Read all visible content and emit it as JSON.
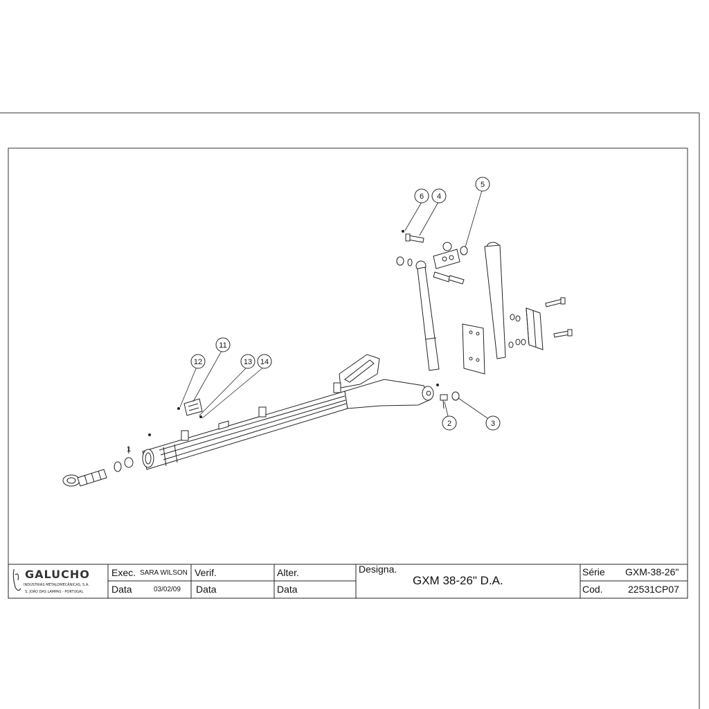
{
  "drawing": {
    "callouts": [
      "1",
      "2",
      "3",
      "4",
      "5",
      "6",
      "11",
      "12",
      "13",
      "14"
    ]
  },
  "title_block": {
    "logo": {
      "name": "GALUCHO",
      "line1": "INDÚSTRIAS METALOMECÂNICAS, S.A.",
      "line2": "S. JOÃO DAS LAMPAS - PORTUGAL"
    },
    "exec_label": "Exec.",
    "exec_value": "SARA WILSON",
    "data_label": "Data",
    "data_value": "03/02/09",
    "verif_label": "Verif.",
    "verif_data_label": "Data",
    "alter_label": "Alter.",
    "alter_data_label": "Data",
    "designa_label": "Designa.",
    "designa_value": "GXM 38-26\" D.A.",
    "serie_label": "Série",
    "serie_value": "GXM-38-26\"",
    "cod_label": "Cod.",
    "cod_value": "22531CP07"
  }
}
